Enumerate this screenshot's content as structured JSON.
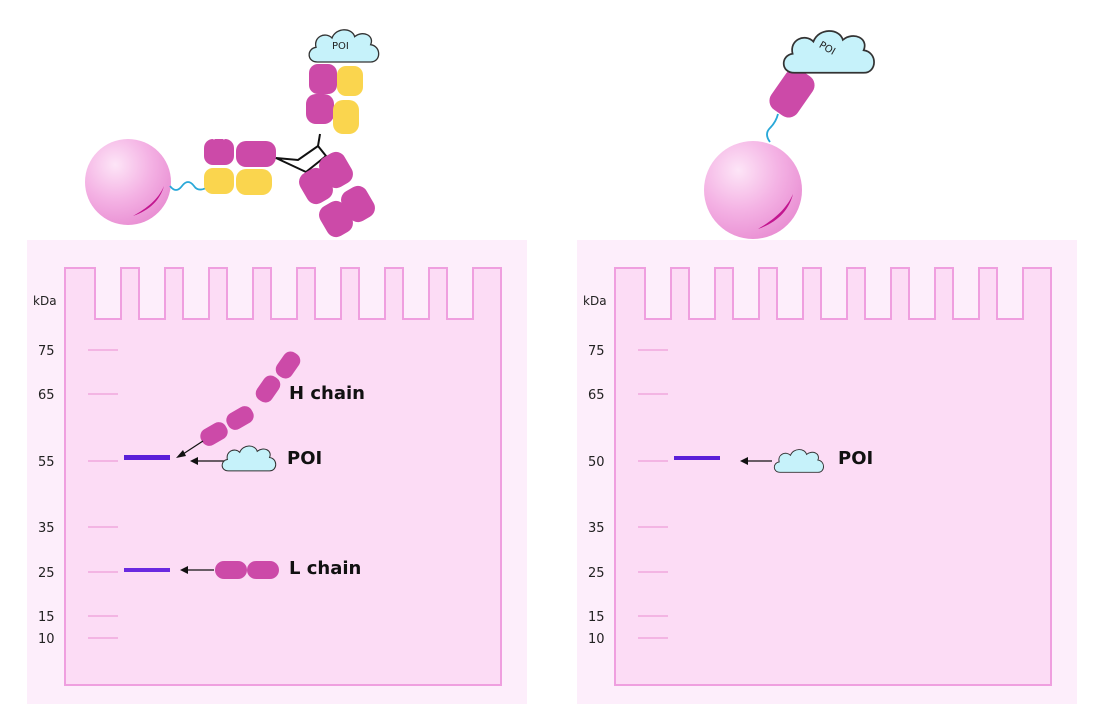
{
  "left_panel": {
    "axis_unit": "kDa",
    "ladder": [
      "75",
      "65",
      "55",
      "35",
      "25",
      "15",
      "10"
    ],
    "labels": {
      "heavy_chain": "H chain",
      "poi": "POI",
      "light_chain": "L chain"
    },
    "cloud_text": "POI"
  },
  "right_panel": {
    "axis_unit": "kDa",
    "ladder": [
      "75",
      "65",
      "50",
      "35",
      "25",
      "15",
      "10"
    ],
    "labels": {
      "poi": "POI"
    },
    "cloud_text": "POI"
  },
  "colors": {
    "antibody_heavy": "#cc4aa8",
    "antibody_light": "#fde36a",
    "bead": "#f5b6e6",
    "gel": "#fce0f7",
    "band": "#5a1fd8",
    "cloud": "#c6f2fa",
    "linker": "#29a8d8"
  }
}
